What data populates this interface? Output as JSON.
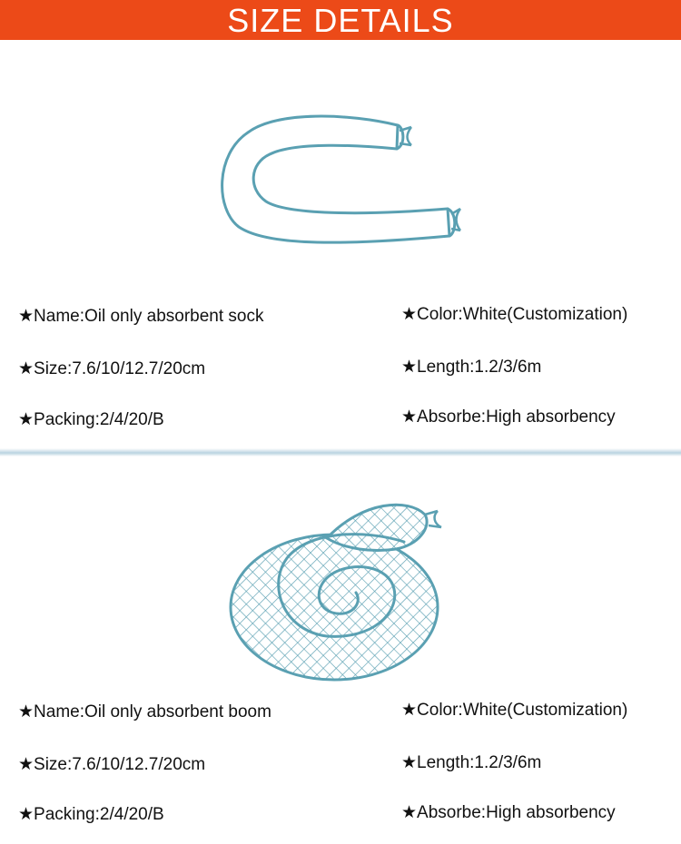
{
  "header": {
    "title": "SIZE DETAILS"
  },
  "colors": {
    "banner": "#ec4a18",
    "illustration_stroke": "#5aa0b2"
  },
  "products": [
    {
      "illustration": "oil-sock-icon",
      "specs": {
        "name": "★Name:Oil only absorbent sock",
        "size": "★Size:7.6/10/12.7/20cm",
        "packing": "★Packing:2/4/20/B",
        "color": "★Color:White(Customization)",
        "length": "★Length:1.2/3/6m",
        "absorbe": "★Absorbe:High absorbency"
      }
    },
    {
      "illustration": "oil-boom-icon",
      "specs": {
        "name": "★Name:Oil only absorbent boom",
        "size": "★Size:7.6/10/12.7/20cm",
        "packing": "★Packing:2/4/20/B",
        "color": "★Color:White(Customization)",
        "length": "★Length:1.2/3/6m",
        "absorbe": "★Absorbe:High absorbency"
      }
    }
  ]
}
